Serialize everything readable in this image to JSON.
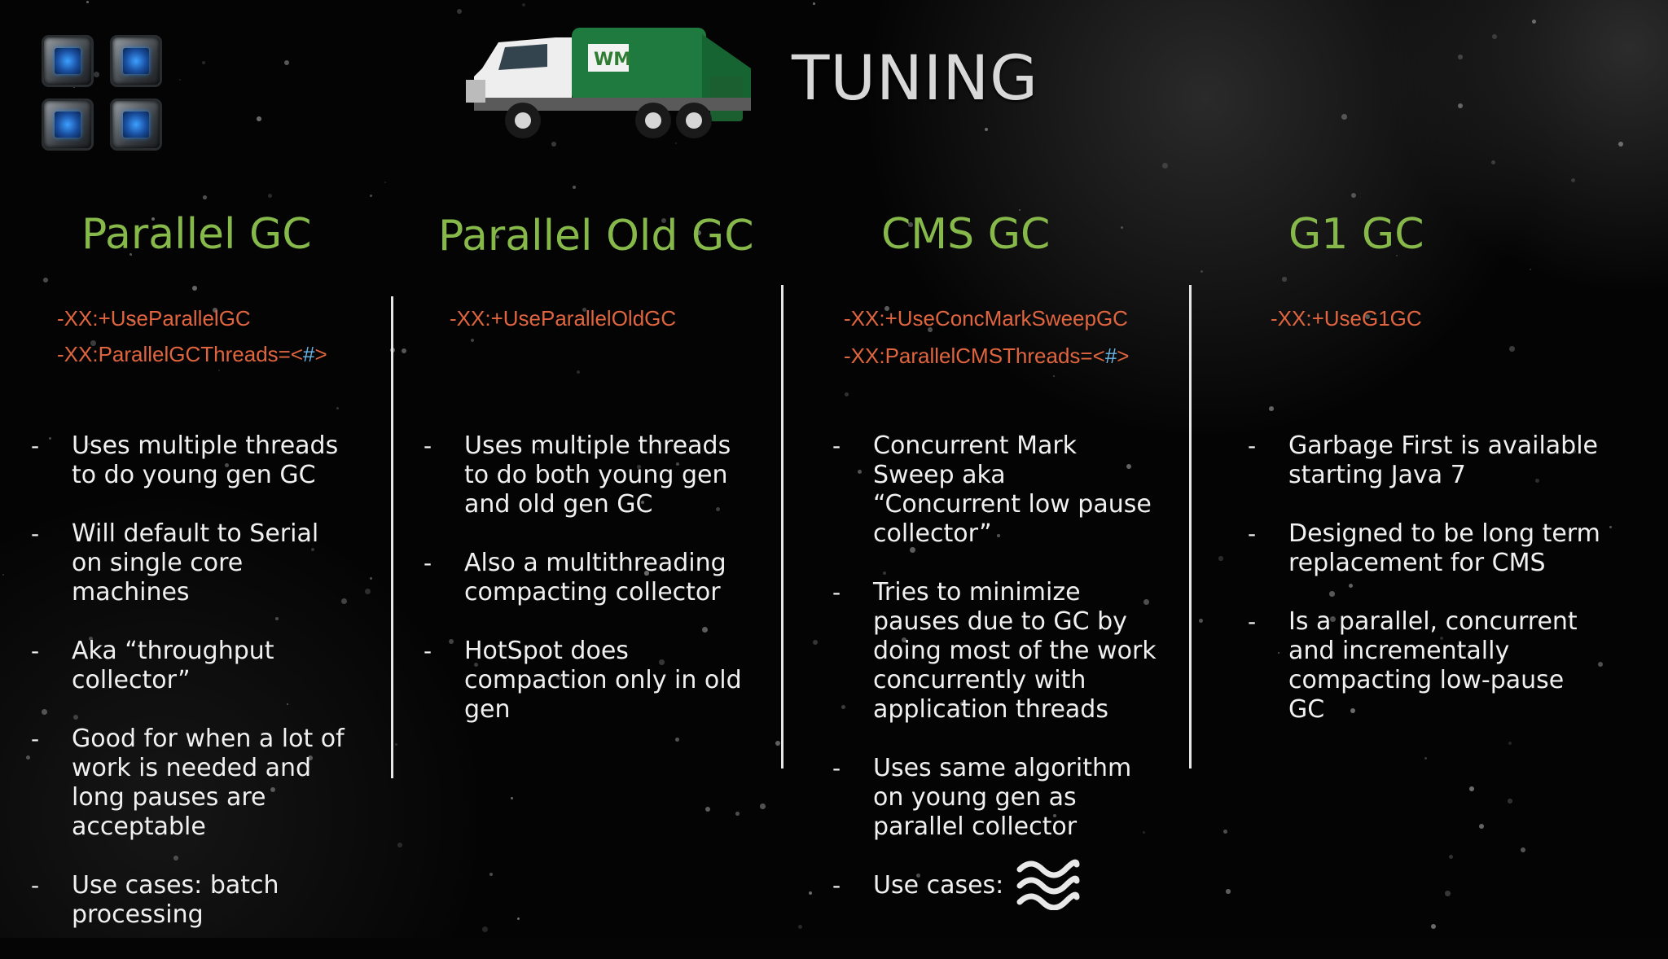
{
  "slide": {
    "title": "TUNING",
    "logo_icon": "cpu-chips-icon",
    "truck_icon": "garbage-truck-icon",
    "truck_badge": "WM",
    "accent_color": "#86b94a",
    "flag_color": "#e0653f"
  },
  "columns": [
    {
      "heading": "Parallel GC",
      "flags": [
        {
          "text": "-XX:+UseParallelGC",
          "suffix": ""
        },
        {
          "text": "-XX:ParallelGCThreads=<",
          "hash": "#",
          "suffix": ">"
        }
      ],
      "bullets": [
        "Uses multiple threads to do young gen GC",
        "Will default to Serial on single core machines",
        "Aka “throughput collector”",
        "Good for when a lot of work is needed and long pauses are acceptable",
        "Use cases: batch processing"
      ]
    },
    {
      "heading": "Parallel Old GC",
      "flags": [
        {
          "text": "-XX:+UseParallelOldGC",
          "suffix": ""
        }
      ],
      "bullets": [
        "Uses multiple threads to do both young gen and old gen GC",
        "Also a multithreading compacting collector",
        "HotSpot does compaction only in old gen"
      ]
    },
    {
      "heading": "CMS GC",
      "flags": [
        {
          "text": "-XX:+UseConcMarkSweepGC",
          "suffix": ""
        },
        {
          "text": "-XX:ParallelCMSThreads=<",
          "hash": "#",
          "suffix": ">"
        }
      ],
      "bullets": [
        "Concurrent Mark Sweep aka “Concurrent low pause collector”",
        "Tries to minimize pauses due to GC by doing most of the work concurrently with application threads",
        "Uses same algorithm on young gen as parallel collector",
        "Use cases:"
      ],
      "use_case_icon": "waves-icon"
    },
    {
      "heading": "G1 GC",
      "flags": [
        {
          "text": "-XX:+UseG1GC",
          "suffix": ""
        }
      ],
      "bullets": [
        "Garbage First is available starting Java 7",
        "Designed to be long term replacement for CMS",
        "Is a parallel, concurrent and incrementally compacting low-pause GC"
      ]
    }
  ],
  "bullet_marker": "-"
}
